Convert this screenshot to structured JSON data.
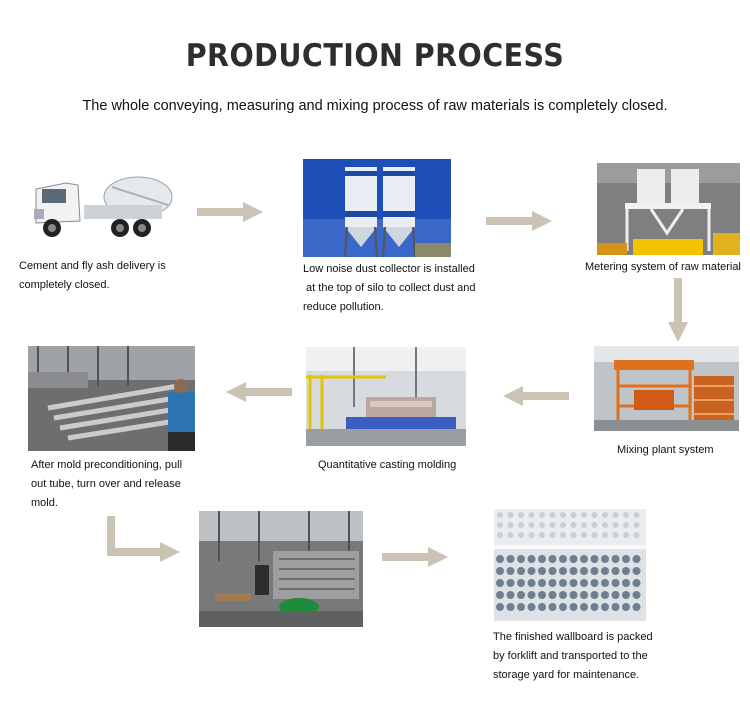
{
  "title": "PRODUCTION PROCESS",
  "subtitle": "The whole conveying, measuring and mixing process of raw materials is completely closed.",
  "steps": [
    {
      "caption_l1": "Cement and fly ash delivery is",
      "caption_l2": "completely closed.",
      "caption_l3": ""
    },
    {
      "caption_l1": "Low noise dust collector is installed",
      "caption_l2": " at the top of silo to collect dust and",
      "caption_l3": "reduce pollution."
    },
    {
      "caption_l1": "Metering system of raw material",
      "caption_l2": "",
      "caption_l3": ""
    },
    {
      "caption_l1": "Mixing plant system",
      "caption_l2": "",
      "caption_l3": ""
    },
    {
      "caption_l1": "Quantitative casting molding",
      "caption_l2": "",
      "caption_l3": ""
    },
    {
      "caption_l1": "After mold preconditioning, pull",
      "caption_l2": "out tube, turn over and release",
      "caption_l3": "mold."
    },
    {
      "caption_l1": "",
      "caption_l2": "",
      "caption_l3": ""
    },
    {
      "caption_l1": "The finished wallboard is packed",
      "caption_l2": "by forklift and transported to the",
      "caption_l3": "storage yard for maintenance."
    }
  ],
  "colors": {
    "arrow": "#cbc4b4",
    "title": "#2e2e2e",
    "silo_blue": "#1e4fb8",
    "frame_orange": "#e0701e"
  }
}
